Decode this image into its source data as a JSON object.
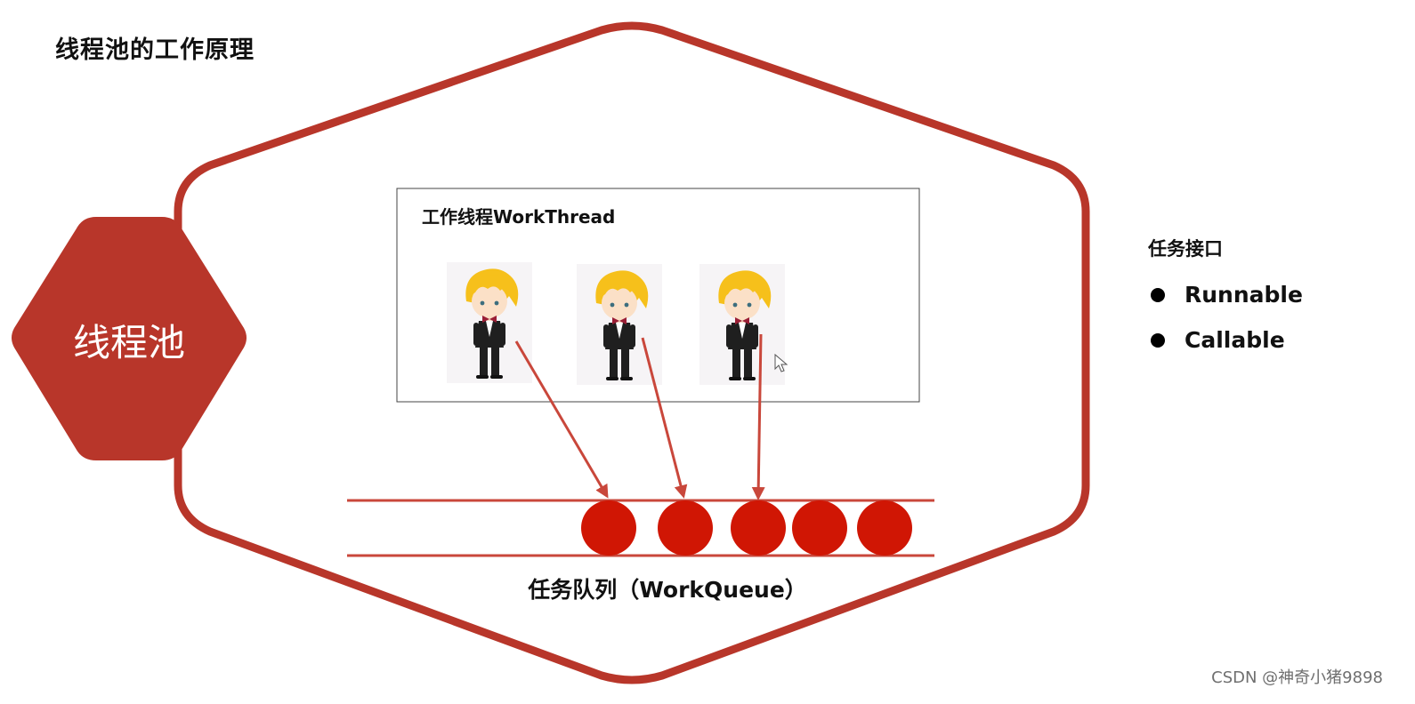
{
  "title": "线程池的工作原理",
  "pool": {
    "label": "线程池"
  },
  "worker_threads": {
    "title": "工作线程WorkThread",
    "workers": [
      {
        "id": "worker-1"
      },
      {
        "id": "worker-2"
      },
      {
        "id": "worker-3"
      }
    ]
  },
  "task_queue": {
    "label": "任务队列（WorkQueue）",
    "task_count": 5
  },
  "task_interface": {
    "title": "任务接口",
    "items": [
      "Runnable",
      "Callable"
    ]
  },
  "watermark": "CSDN @神奇小猪9898",
  "colors": {
    "accent": "#B8362A",
    "arrow": "#C9473B",
    "task": "#D01604",
    "hair": "#F6C01B",
    "skin": "#FBE0C7",
    "bowtie": "#9A1E35",
    "vest": "#1F1F1F",
    "background": "#FFFFFF"
  }
}
